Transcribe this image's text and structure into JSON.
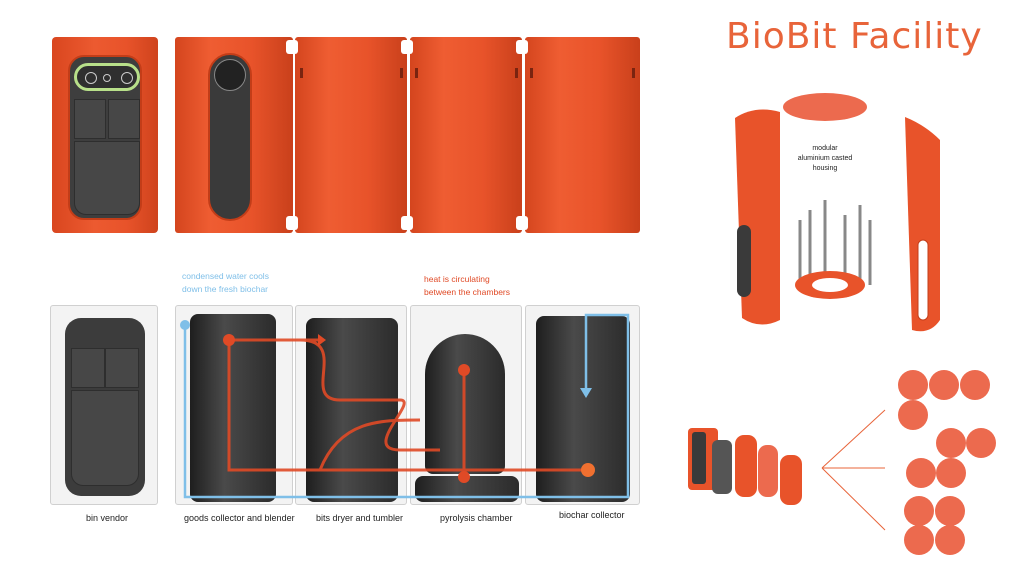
{
  "title": "BioBit Facility",
  "annotations": {
    "water": [
      "condensed water cools",
      "down the fresh biochar"
    ],
    "heat": [
      "heat is circulating",
      "between the chambers"
    ],
    "housing": [
      "modular",
      "aluminium casted",
      "housing"
    ]
  },
  "chambers": [
    {
      "label": "bin vendor"
    },
    {
      "label": "goods collector and blender"
    },
    {
      "label": "bits dryer and tumbler"
    },
    {
      "label": "pyrolysis chamber"
    },
    {
      "label": "biochar collector"
    }
  ],
  "colors": {
    "brand": "#e8532a",
    "water": "#7fbfe8",
    "heat": "#e04a26"
  }
}
